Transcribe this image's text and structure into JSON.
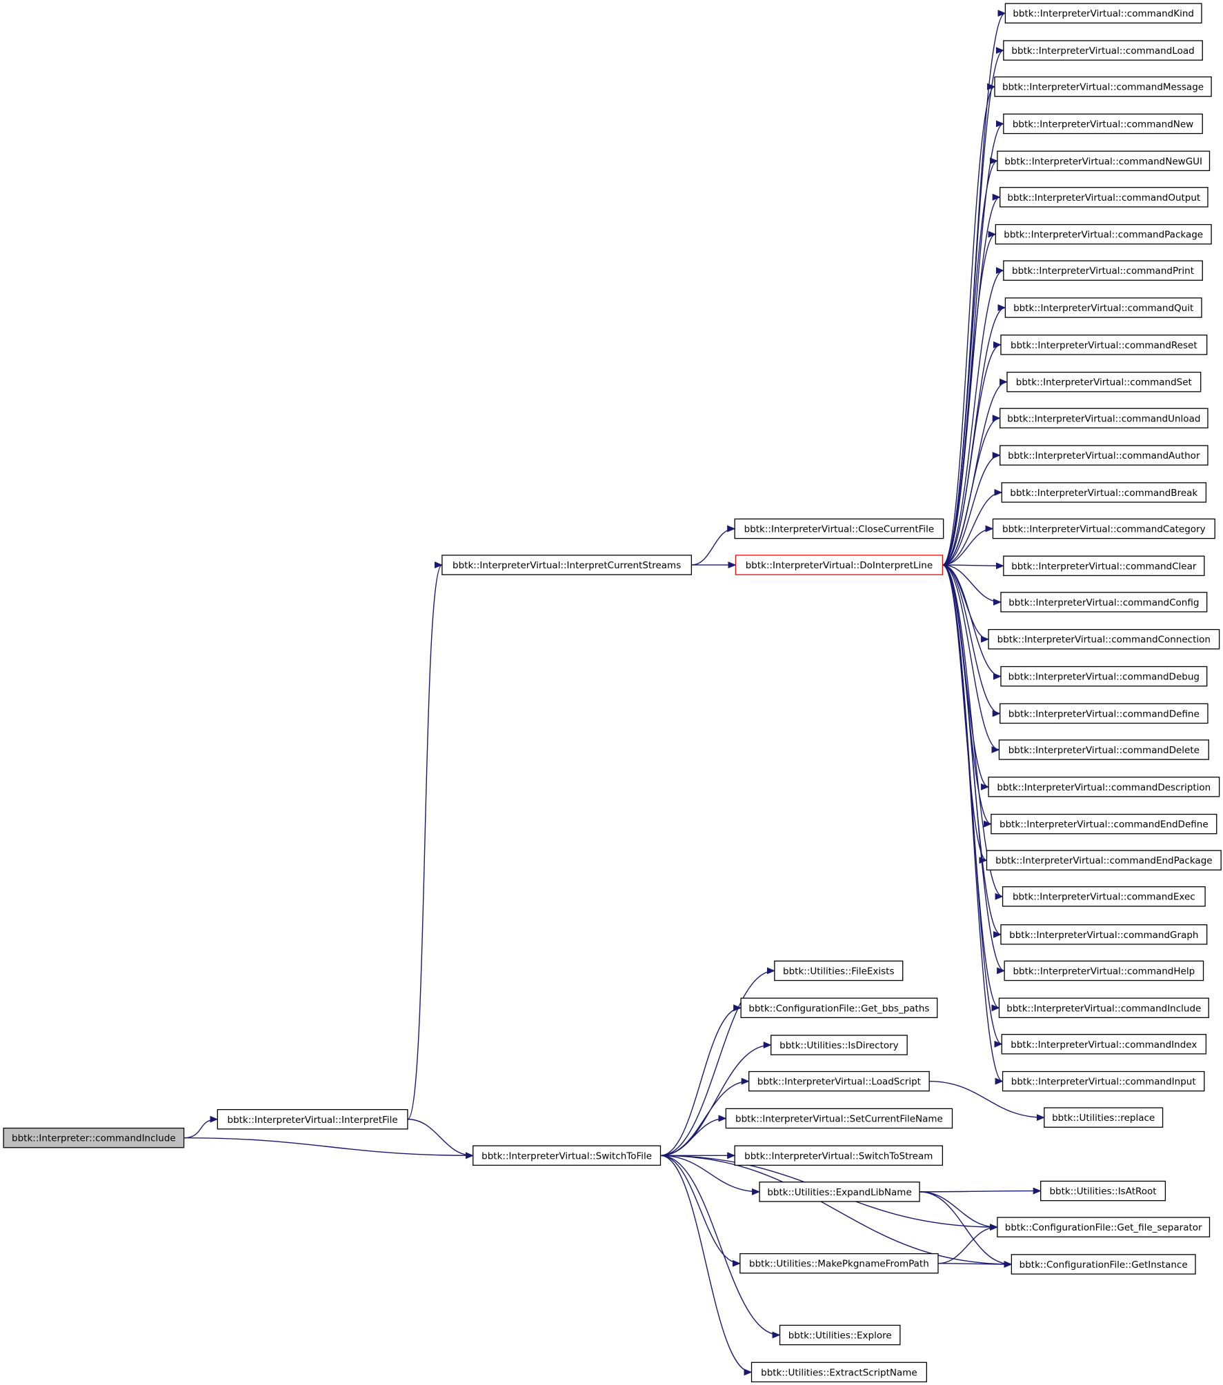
{
  "graph": {
    "edge_color": "#191970",
    "root_fill": "#bfbfbf",
    "highlight_border": "#ff0000",
    "nodes": [
      {
        "id": "root",
        "label": "bbtk::Interpreter::commandInclude",
        "style": "root"
      },
      {
        "id": "interpretFile",
        "label": "bbtk::InterpreterVirtual::InterpretFile"
      },
      {
        "id": "switchToFile",
        "label": "bbtk::InterpreterVirtual::SwitchToFile"
      },
      {
        "id": "interpretCurrentStreams",
        "label": "bbtk::InterpreterVirtual::InterpretCurrentStreams"
      },
      {
        "id": "closeCurrentFile",
        "label": "bbtk::InterpreterVirtual::CloseCurrentFile"
      },
      {
        "id": "doInterpretLine",
        "label": "bbtk::InterpreterVirtual::DoInterpretLine",
        "style": "highlight"
      },
      {
        "id": "commandKind",
        "label": "bbtk::InterpreterVirtual::commandKind"
      },
      {
        "id": "commandLoad",
        "label": "bbtk::InterpreterVirtual::commandLoad"
      },
      {
        "id": "commandMessage",
        "label": "bbtk::InterpreterVirtual::commandMessage"
      },
      {
        "id": "commandNew",
        "label": "bbtk::InterpreterVirtual::commandNew"
      },
      {
        "id": "commandNewGUI",
        "label": "bbtk::InterpreterVirtual::commandNewGUI"
      },
      {
        "id": "commandOutput",
        "label": "bbtk::InterpreterVirtual::commandOutput"
      },
      {
        "id": "commandPackage",
        "label": "bbtk::InterpreterVirtual::commandPackage"
      },
      {
        "id": "commandPrint",
        "label": "bbtk::InterpreterVirtual::commandPrint"
      },
      {
        "id": "commandQuit",
        "label": "bbtk::InterpreterVirtual::commandQuit"
      },
      {
        "id": "commandReset",
        "label": "bbtk::InterpreterVirtual::commandReset"
      },
      {
        "id": "commandSet",
        "label": "bbtk::InterpreterVirtual::commandSet"
      },
      {
        "id": "commandUnload",
        "label": "bbtk::InterpreterVirtual::commandUnload"
      },
      {
        "id": "commandAuthor",
        "label": "bbtk::InterpreterVirtual::commandAuthor"
      },
      {
        "id": "commandBreak",
        "label": "bbtk::InterpreterVirtual::commandBreak"
      },
      {
        "id": "commandCategory",
        "label": "bbtk::InterpreterVirtual::commandCategory"
      },
      {
        "id": "commandClear",
        "label": "bbtk::InterpreterVirtual::commandClear"
      },
      {
        "id": "commandConfig",
        "label": "bbtk::InterpreterVirtual::commandConfig"
      },
      {
        "id": "commandConnection",
        "label": "bbtk::InterpreterVirtual::commandConnection"
      },
      {
        "id": "commandDebug",
        "label": "bbtk::InterpreterVirtual::commandDebug"
      },
      {
        "id": "commandDefine",
        "label": "bbtk::InterpreterVirtual::commandDefine"
      },
      {
        "id": "commandDelete",
        "label": "bbtk::InterpreterVirtual::commandDelete"
      },
      {
        "id": "commandDescription",
        "label": "bbtk::InterpreterVirtual::commandDescription"
      },
      {
        "id": "commandEndDefine",
        "label": "bbtk::InterpreterVirtual::commandEndDefine"
      },
      {
        "id": "commandEndPackage",
        "label": "bbtk::InterpreterVirtual::commandEndPackage"
      },
      {
        "id": "commandExec",
        "label": "bbtk::InterpreterVirtual::commandExec"
      },
      {
        "id": "commandGraph",
        "label": "bbtk::InterpreterVirtual::commandGraph"
      },
      {
        "id": "commandHelp",
        "label": "bbtk::InterpreterVirtual::commandHelp"
      },
      {
        "id": "commandInclude",
        "label": "bbtk::InterpreterVirtual::commandInclude"
      },
      {
        "id": "commandIndex",
        "label": "bbtk::InterpreterVirtual::commandIndex"
      },
      {
        "id": "commandInput",
        "label": "bbtk::InterpreterVirtual::commandInput"
      },
      {
        "id": "fileExists",
        "label": "bbtk::Utilities::FileExists"
      },
      {
        "id": "getBbsPaths",
        "label": "bbtk::ConfigurationFile::Get_bbs_paths"
      },
      {
        "id": "isDirectory",
        "label": "bbtk::Utilities::IsDirectory"
      },
      {
        "id": "loadScript",
        "label": "bbtk::InterpreterVirtual::LoadScript"
      },
      {
        "id": "replace",
        "label": "bbtk::Utilities::replace"
      },
      {
        "id": "setCurrentFileName",
        "label": "bbtk::InterpreterVirtual::SetCurrentFileName"
      },
      {
        "id": "switchToStream",
        "label": "bbtk::InterpreterVirtual::SwitchToStream"
      },
      {
        "id": "expandLibName",
        "label": "bbtk::Utilities::ExpandLibName"
      },
      {
        "id": "isAtRoot",
        "label": "bbtk::Utilities::IsAtRoot"
      },
      {
        "id": "getFileSeparator",
        "label": "bbtk::ConfigurationFile::Get_file_separator"
      },
      {
        "id": "makePkgname",
        "label": "bbtk::Utilities::MakePkgnameFromPath"
      },
      {
        "id": "getInstance",
        "label": "bbtk::ConfigurationFile::GetInstance"
      },
      {
        "id": "explore",
        "label": "bbtk::Utilities::Explore"
      },
      {
        "id": "extractScriptName",
        "label": "bbtk::Utilities::ExtractScriptName"
      }
    ],
    "edges": [
      [
        "root",
        "interpretFile"
      ],
      [
        "root",
        "switchToFile"
      ],
      [
        "interpretFile",
        "interpretCurrentStreams"
      ],
      [
        "interpretFile",
        "switchToFile"
      ],
      [
        "interpretCurrentStreams",
        "closeCurrentFile"
      ],
      [
        "interpretCurrentStreams",
        "doInterpretLine"
      ],
      [
        "doInterpretLine",
        "commandKind"
      ],
      [
        "doInterpretLine",
        "commandLoad"
      ],
      [
        "doInterpretLine",
        "commandMessage"
      ],
      [
        "doInterpretLine",
        "commandNew"
      ],
      [
        "doInterpretLine",
        "commandNewGUI"
      ],
      [
        "doInterpretLine",
        "commandOutput"
      ],
      [
        "doInterpretLine",
        "commandPackage"
      ],
      [
        "doInterpretLine",
        "commandPrint"
      ],
      [
        "doInterpretLine",
        "commandQuit"
      ],
      [
        "doInterpretLine",
        "commandReset"
      ],
      [
        "doInterpretLine",
        "commandSet"
      ],
      [
        "doInterpretLine",
        "commandUnload"
      ],
      [
        "doInterpretLine",
        "commandAuthor"
      ],
      [
        "doInterpretLine",
        "commandBreak"
      ],
      [
        "doInterpretLine",
        "commandCategory"
      ],
      [
        "doInterpretLine",
        "commandClear"
      ],
      [
        "doInterpretLine",
        "commandConfig"
      ],
      [
        "doInterpretLine",
        "commandConnection"
      ],
      [
        "doInterpretLine",
        "commandDebug"
      ],
      [
        "doInterpretLine",
        "commandDefine"
      ],
      [
        "doInterpretLine",
        "commandDelete"
      ],
      [
        "doInterpretLine",
        "commandDescription"
      ],
      [
        "doInterpretLine",
        "commandEndDefine"
      ],
      [
        "doInterpretLine",
        "commandEndPackage"
      ],
      [
        "doInterpretLine",
        "commandExec"
      ],
      [
        "doInterpretLine",
        "commandGraph"
      ],
      [
        "doInterpretLine",
        "commandHelp"
      ],
      [
        "doInterpretLine",
        "commandInclude"
      ],
      [
        "doInterpretLine",
        "commandIndex"
      ],
      [
        "doInterpretLine",
        "commandInput"
      ],
      [
        "switchToFile",
        "fileExists"
      ],
      [
        "switchToFile",
        "getBbsPaths"
      ],
      [
        "switchToFile",
        "isDirectory"
      ],
      [
        "switchToFile",
        "loadScript"
      ],
      [
        "switchToFile",
        "setCurrentFileName"
      ],
      [
        "switchToFile",
        "switchToStream"
      ],
      [
        "switchToFile",
        "expandLibName"
      ],
      [
        "switchToFile",
        "getFileSeparator"
      ],
      [
        "switchToFile",
        "makePkgname"
      ],
      [
        "switchToFile",
        "getInstance"
      ],
      [
        "switchToFile",
        "explore"
      ],
      [
        "switchToFile",
        "extractScriptName"
      ],
      [
        "loadScript",
        "replace"
      ],
      [
        "expandLibName",
        "isAtRoot"
      ],
      [
        "expandLibName",
        "getFileSeparator"
      ],
      [
        "expandLibName",
        "getInstance"
      ],
      [
        "makePkgname",
        "getFileSeparator"
      ],
      [
        "makePkgname",
        "getInstance"
      ]
    ]
  }
}
